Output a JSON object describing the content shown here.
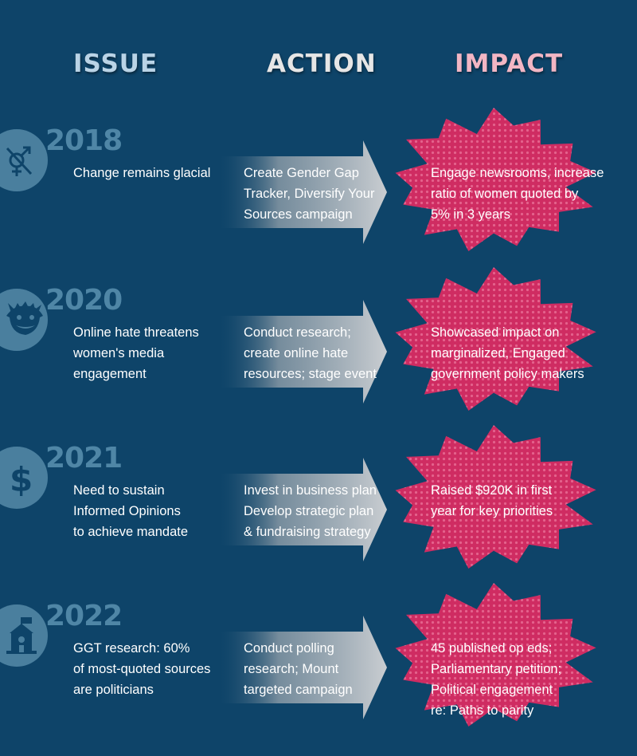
{
  "headers": {
    "issue": "ISSUE",
    "action": "ACTION",
    "impact": "IMPACT"
  },
  "colors": {
    "background": "#0e4469",
    "issue_header": "#b9d3e6",
    "action_header": "#e6e6e6",
    "impact_header": "#f2b6c4",
    "burst": "#cf2c62",
    "year": "#4f86a6",
    "icon_circle": "#4a7f9e"
  },
  "rows": [
    {
      "year": "2018",
      "icon": "gender-symbol-icon",
      "issue": [
        "Change remains glacial"
      ],
      "action": [
        "Create Gender Gap",
        "Tracker, Diversify Your",
        "Sources campaign"
      ],
      "impact": [
        "Engage newsrooms, increase",
        "ratio of women quoted by",
        "5% in 3 years"
      ]
    },
    {
      "year": "2020",
      "icon": "troll-face-icon",
      "issue": [
        "Online hate threatens",
        "women's media",
        "engagement"
      ],
      "action": [
        "Conduct research;",
        "create online hate",
        "resources; stage event"
      ],
      "impact": [
        "Showcased impact on",
        "marginalized, Engaged",
        "government policy makers"
      ]
    },
    {
      "year": "2021",
      "icon": "dollar-sign-icon",
      "issue": [
        "Need to sustain",
        "Informed Opinions",
        "to achieve mandate"
      ],
      "action": [
        "Invest in business plan",
        "Develop strategic plan",
        "& fundraising strategy"
      ],
      "impact": [
        "Raised $920K in first",
        "year for key priorities"
      ]
    },
    {
      "year": "2022",
      "icon": "parliament-tower-icon",
      "issue": [
        "GGT research: 60%",
        "of most-quoted sources",
        "are politicians"
      ],
      "action": [
        "Conduct polling",
        "research; Mount",
        "targeted campaign"
      ],
      "impact": [
        "45 published op eds;",
        "Parliamentary petition;",
        "Political engagement",
        "re: Paths to parity"
      ]
    }
  ]
}
